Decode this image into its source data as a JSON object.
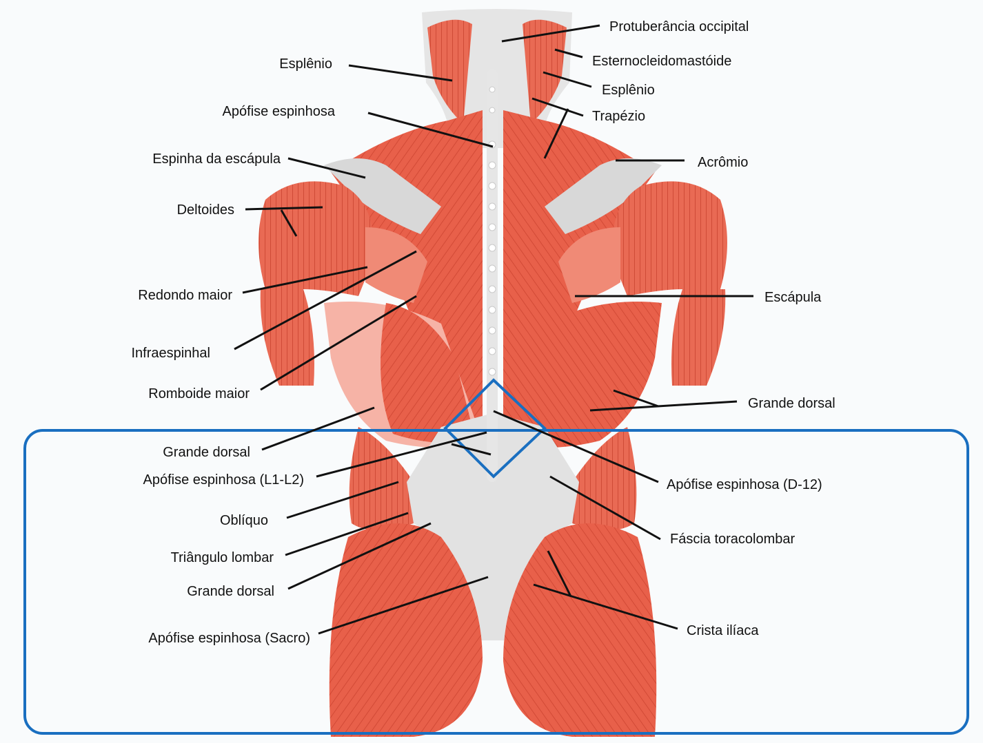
{
  "labels": {
    "protuberancia_occipital": "Protuberância occipital",
    "esternocleidomastoide": "Esternocleidomastóide",
    "esplenio_right": "Esplênio",
    "trapezio": "Trapézio",
    "acromio": "Acrômio",
    "escapula": "Escápula",
    "grande_dorsal_right": "Grande dorsal",
    "apofise_d12": "Apófise espinhosa (D-12)",
    "fascia_toracolombar": "Fáscia toracolombar",
    "crista_iliaca": "Crista ilíaca",
    "esplenio_left": "Esplênio",
    "apofise_espinhosa": "Apófise espinhosa",
    "espinha_escapula": "Espinha da escápula",
    "deltoides": "Deltoides",
    "redondo_maior": "Redondo maior",
    "infraespinhal": "Infraespinhal",
    "romboide_maior": "Romboide maior",
    "grande_dorsal_left_upper": "Grande dorsal",
    "apofise_l1l2": "Apófise espinhosa (L1-L2)",
    "obliquo": "Oblíquo",
    "triangulo_lombar": "Triângulo lombar",
    "grande_dorsal_left_lower": "Grande dorsal",
    "apofise_sacro": "Apófise espinhosa (Sacro)"
  },
  "colors": {
    "muscle": "#e8604a",
    "muscle_light": "#f4a090",
    "fascia": "#dcdcdc",
    "highlight": "#1a6fc0",
    "leader": "#111111"
  }
}
